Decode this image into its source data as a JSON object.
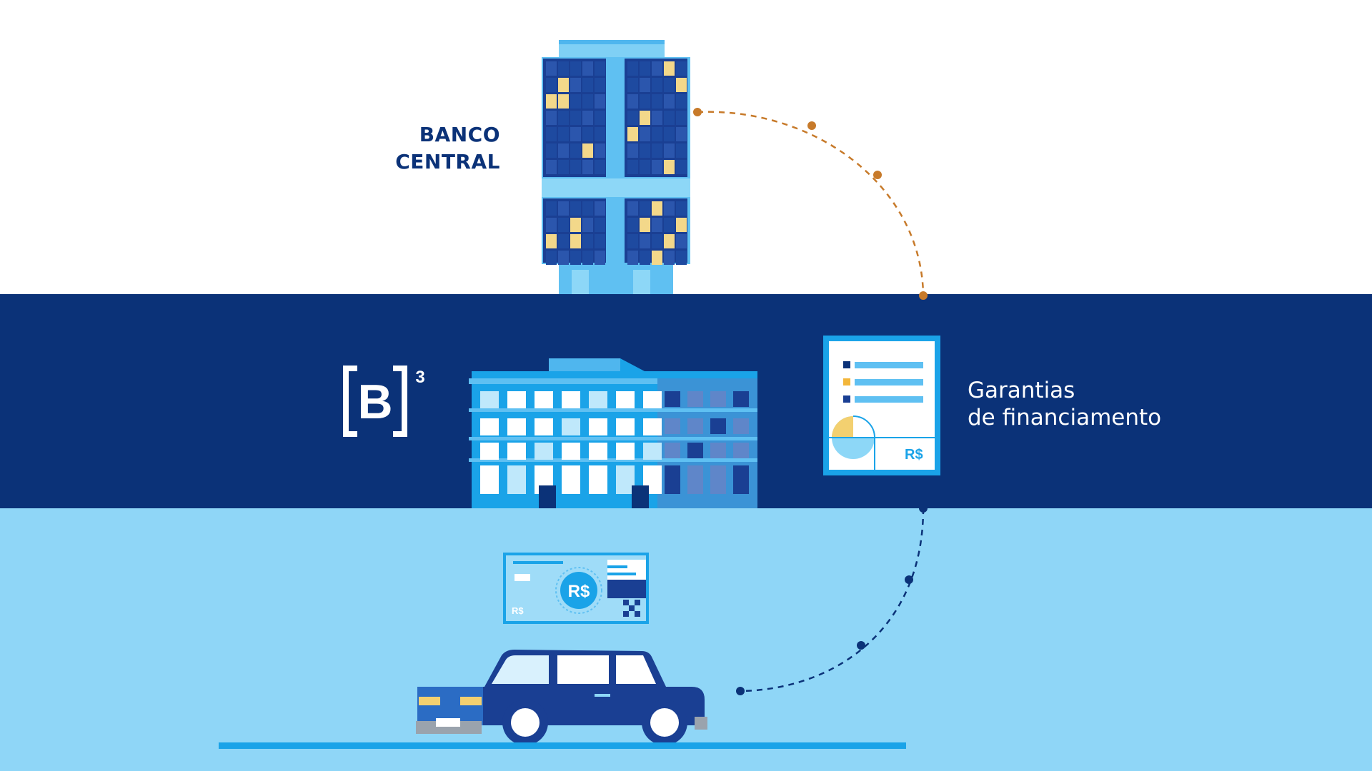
{
  "banco_central": {
    "line1": "BANCO",
    "line2": "CENTRAL"
  },
  "b3_logo": {
    "letter": "B",
    "superscript": "3"
  },
  "garantias": {
    "line1": "Garantias",
    "line2": "de financiamento"
  },
  "document_card": {
    "currency": "R$"
  },
  "banknote": {
    "currency_center": "R$",
    "currency_corner": "R$"
  },
  "colors": {
    "navy": "#0b3278",
    "light_blue": "#8fd6f7",
    "accent_blue": "#1aa3e8",
    "orange_dots": "#c77a2a",
    "window_yellow": "#f3d88a"
  }
}
